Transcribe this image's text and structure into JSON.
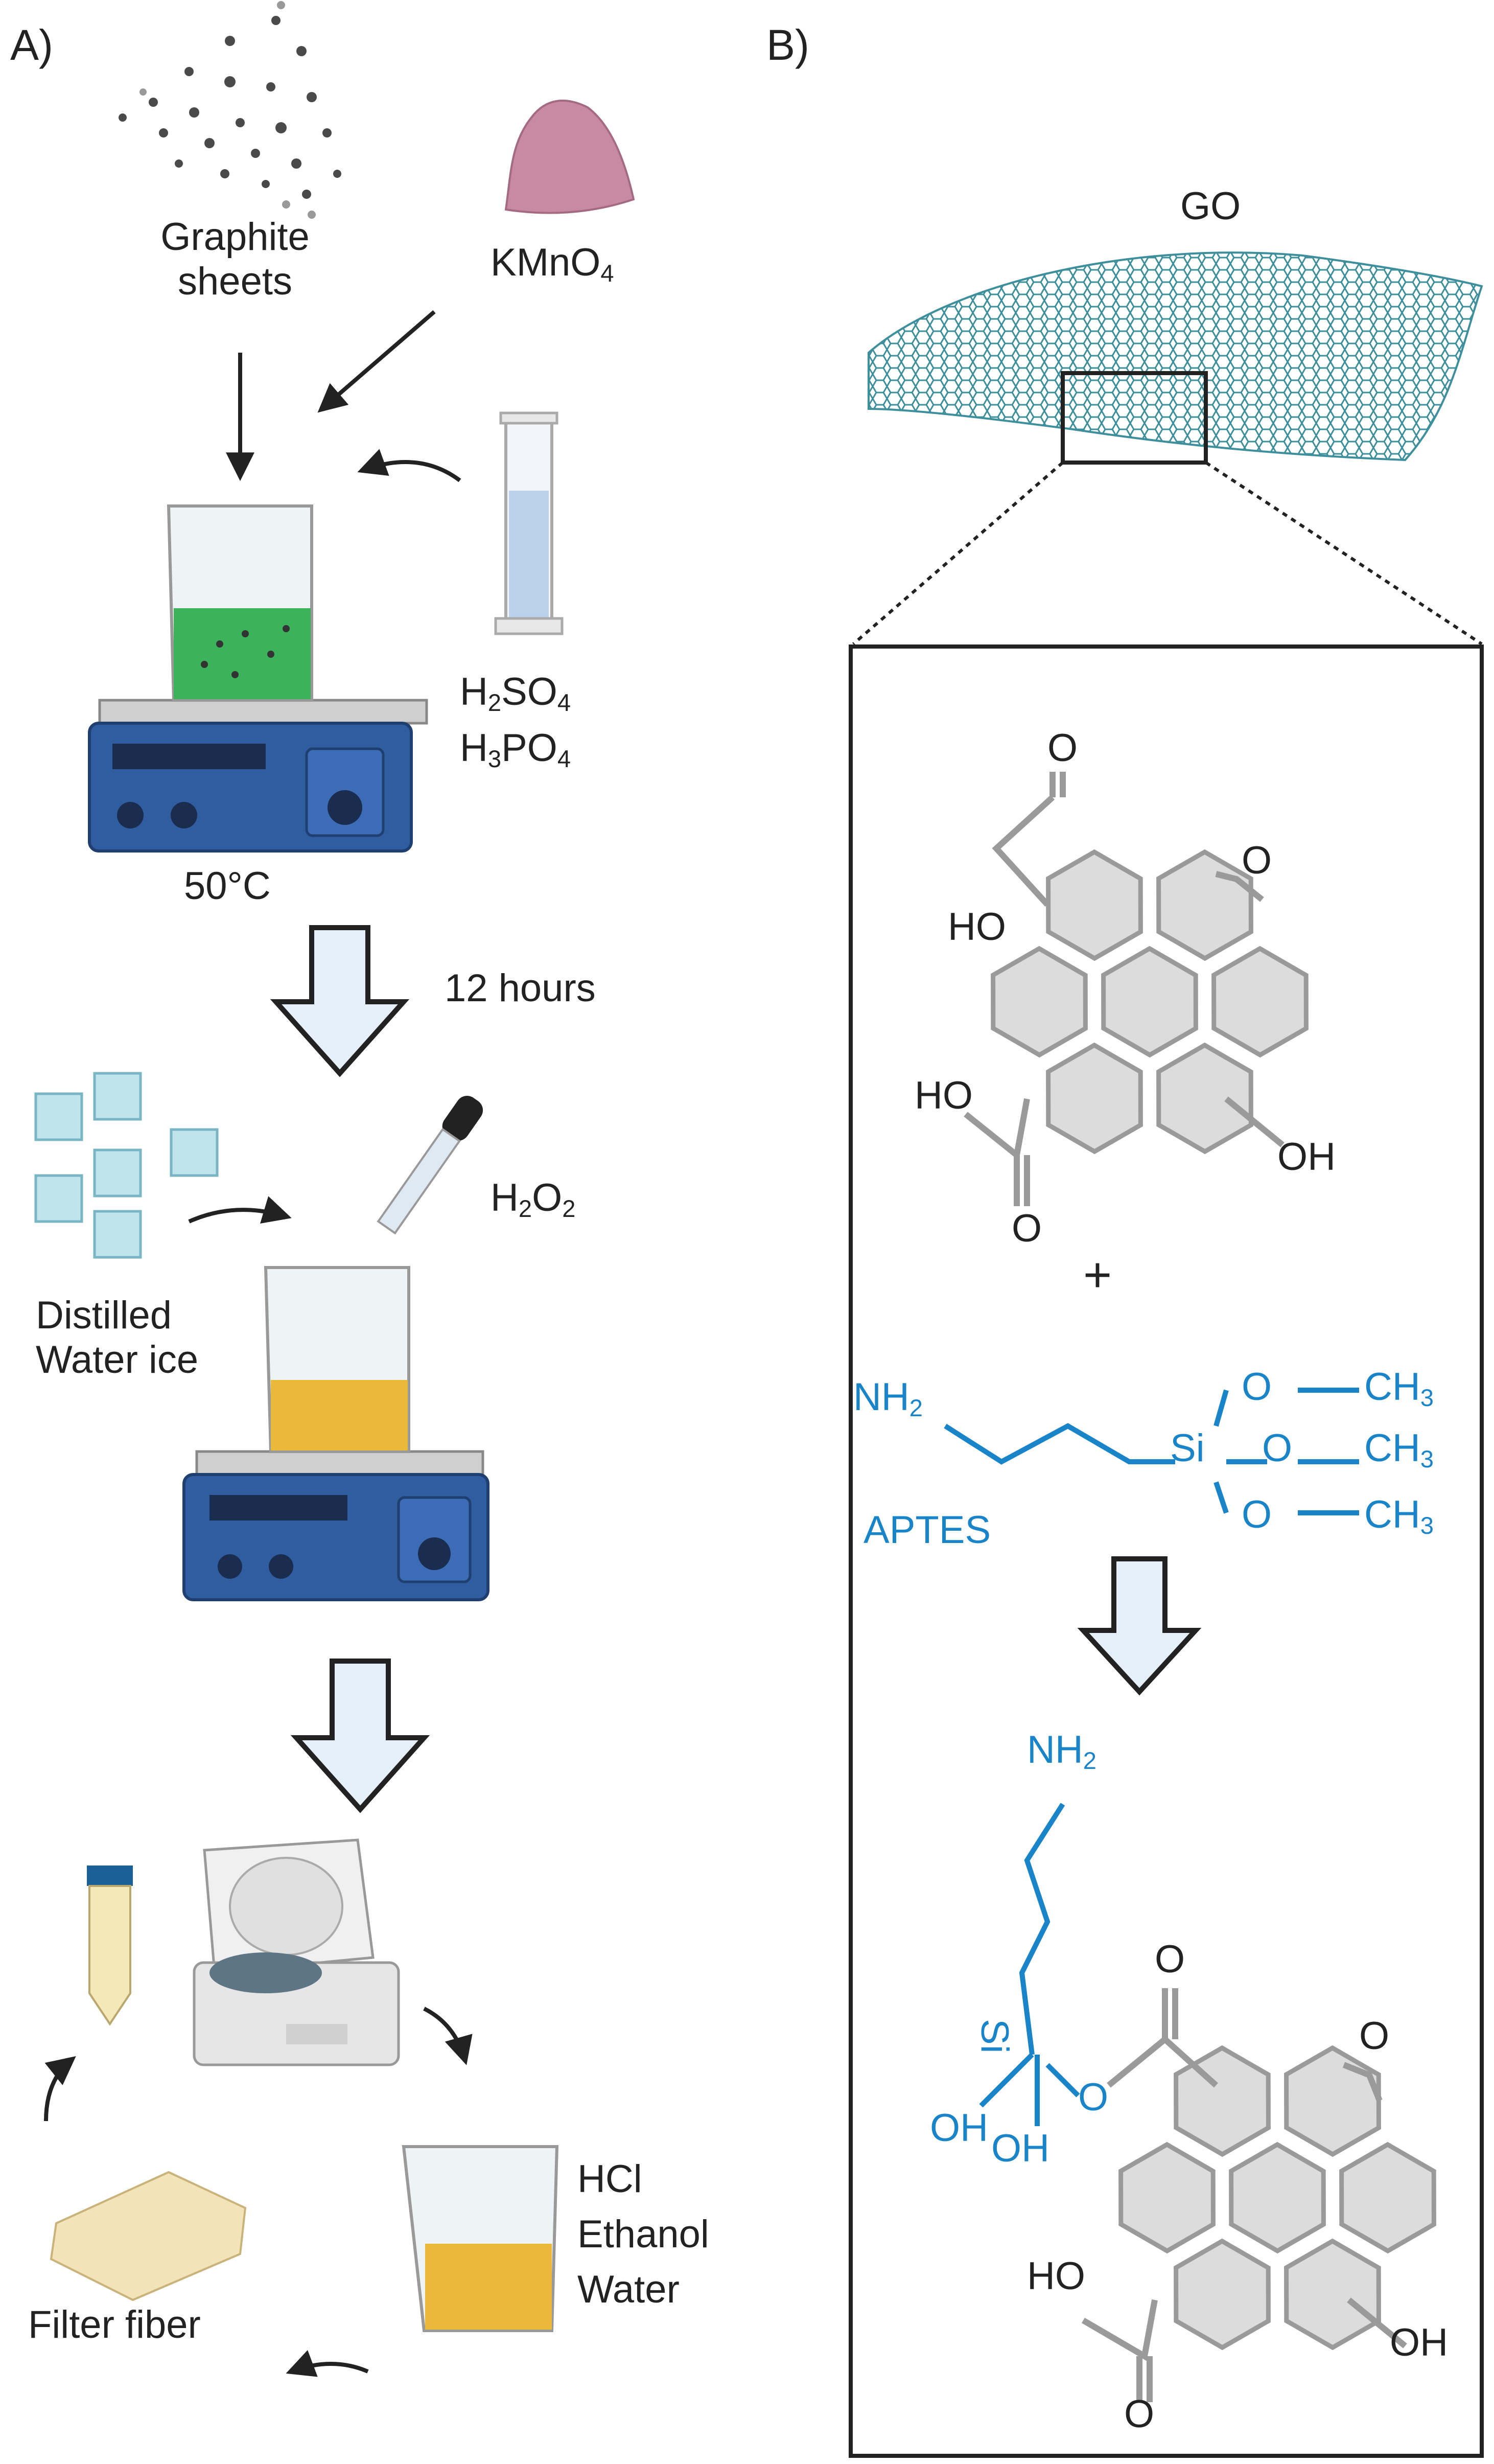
{
  "panels": {
    "a": "A)",
    "b": "B)"
  },
  "panel_a": {
    "graphite": [
      "Graphite",
      "sheets"
    ],
    "kmno4": {
      "base": "KMnO",
      "sub": "4"
    },
    "acid1": {
      "a": "H",
      "a_sub": "2",
      "b": "SO",
      "b_sub": "4"
    },
    "acid2": {
      "a": "H",
      "a_sub": "3",
      "b": "PO",
      "b_sub": "4"
    },
    "temperature": "50°C",
    "duration": "12 hours",
    "h2o2": {
      "a": "H",
      "a_sub": "2",
      "b": "O",
      "b_sub": "2"
    },
    "ice": [
      "Distilled",
      "Water ice"
    ],
    "wash": [
      "HCl",
      "Ethanol",
      "Water"
    ],
    "filter": "Filter fiber"
  },
  "panel_b": {
    "go_label": "GO",
    "plus": "+",
    "aptes_label": "APTES",
    "nh2": {
      "base": "NH",
      "sub": "2"
    },
    "ch3": {
      "base": "CH",
      "sub": "3"
    },
    "si": "Si",
    "o": "O",
    "oh": "OH",
    "ho": "HO"
  },
  "colors": {
    "aptes_blue": "#1a84c9",
    "graphene_gray": "#9a9a9a",
    "arrow_fill": "#e6f0fb",
    "liquid_green": "#3cb35a",
    "liquid_amber": "#eab93a",
    "hotplate_blue": "#2f5da0"
  }
}
